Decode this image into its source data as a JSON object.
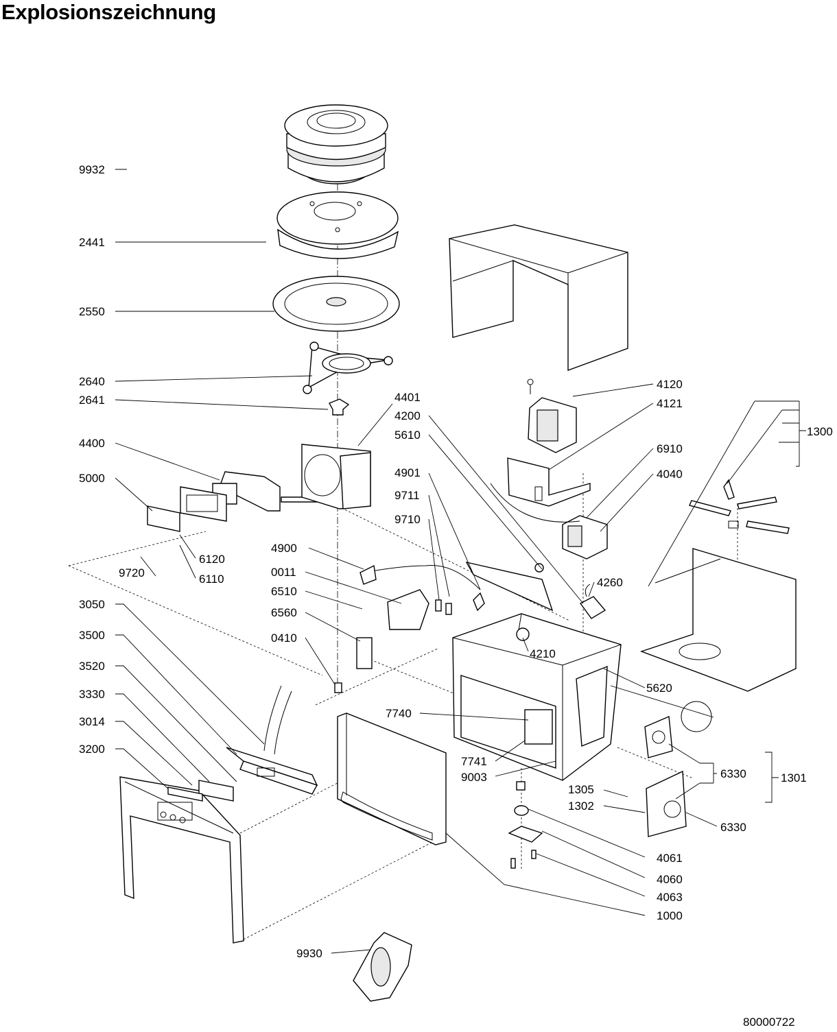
{
  "title": "Explosionszeichnung",
  "document_number": "80000722",
  "callouts": {
    "c9932": "9932",
    "c2441": "2441",
    "c2550": "2550",
    "c2640": "2640",
    "c2641": "2641",
    "c4400": "4400",
    "c5000": "5000",
    "c6120": "6120",
    "c9720": "9720",
    "c6110": "6110",
    "c3050": "3050",
    "c3500": "3500",
    "c3520": "3520",
    "c3330": "3330",
    "c3014": "3014",
    "c3200": "3200",
    "c4401": "4401",
    "c4200": "4200",
    "c5610": "5610",
    "c4901": "4901",
    "c9711": "9711",
    "c9710": "9710",
    "c4900": "4900",
    "c0011": "0011",
    "c6510": "6510",
    "c6560": "6560",
    "c0410": "0410",
    "c7740": "7740",
    "c7741": "7741",
    "c9003": "9003",
    "c4210": "4210",
    "c4120": "4120",
    "c4121": "4121",
    "c6910": "6910",
    "c4040": "4040",
    "c4260": "4260",
    "c5620": "5620",
    "c1300": "1300",
    "c6330a": "6330",
    "c1301": "1301",
    "c1305": "1305",
    "c1302": "1302",
    "c6330b": "6330",
    "c4061": "4061",
    "c4060": "4060",
    "c4063": "4063",
    "c1000": "1000",
    "c9930": "9930"
  }
}
